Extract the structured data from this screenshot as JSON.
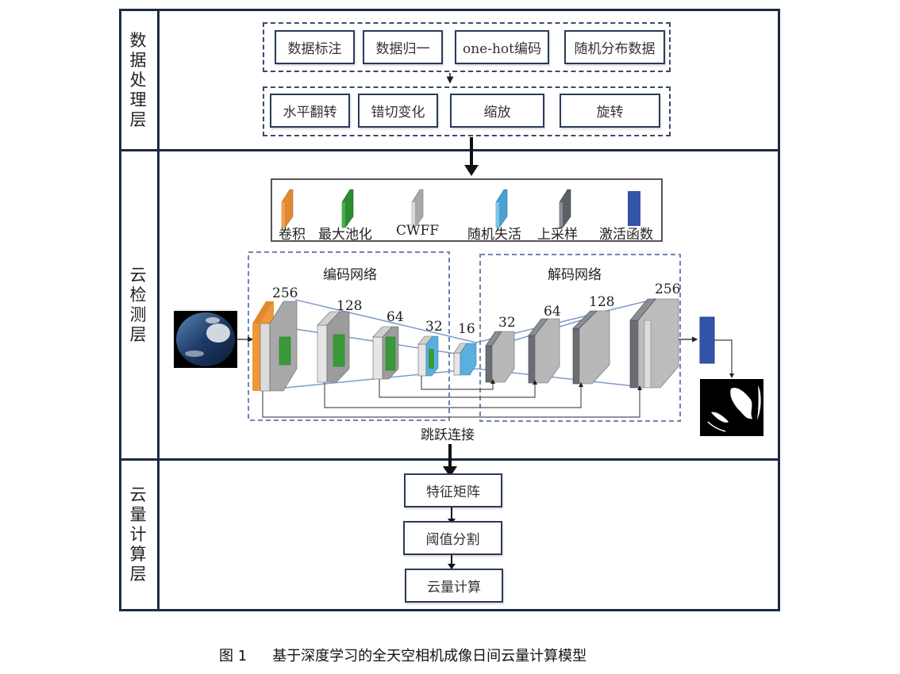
{
  "layers": {
    "data_processing": {
      "label": [
        "数",
        "据",
        "处",
        "理",
        "层"
      ]
    },
    "cloud_detection": {
      "label": [
        "云",
        "检",
        "测",
        "层"
      ]
    },
    "cloud_computation": {
      "label": [
        "云",
        "量",
        "计",
        "算",
        "层"
      ]
    }
  },
  "data_processing": {
    "row1": [
      "数据标注",
      "数据归一",
      "one-hot编码",
      "随机分布数据"
    ],
    "row2": [
      "水平翻转",
      "错切变化",
      "缩放",
      "旋转"
    ]
  },
  "legend": [
    {
      "label": "卷积",
      "color": "#f0973a",
      "icon": "orange-conv-slab-icon"
    },
    {
      "label": "最大池化",
      "color": "#3a9a3a",
      "icon": "green-pool-slab-icon"
    },
    {
      "label": "CWFF",
      "color": "#b8b8b8",
      "icon": "gray-cwff-slab-icon"
    },
    {
      "label": "随机失活",
      "color": "#5aaee0",
      "icon": "blue-dropout-slab-icon"
    },
    {
      "label": "上采样",
      "color": "#6a6e74",
      "icon": "dark-upsample-slab-icon"
    },
    {
      "label": "激活函数",
      "color": "#3355a8",
      "icon": "activation-bar-icon"
    }
  ],
  "network": {
    "encoder_title": "编码网络",
    "decoder_title": "解码网络",
    "encoder_channels": [
      "256",
      "128",
      "64",
      "32"
    ],
    "bottleneck_channels": "16",
    "decoder_channels": [
      "32",
      "64",
      "128",
      "256"
    ],
    "skip_label": "跳跃连接"
  },
  "computation": {
    "steps": [
      "特征矩阵",
      "阈值分割",
      "云量计算"
    ]
  },
  "caption": {
    "figure": "图 1",
    "title": "基于深度学习的全天空相机成像日间云量计算模型"
  },
  "colors": {
    "frame": "#1b2a45",
    "dashed_group": "#3a4a6a",
    "network_dashed": "#6c86b0",
    "projection_line": "#7e9ad0",
    "activation": "#3355a8"
  }
}
